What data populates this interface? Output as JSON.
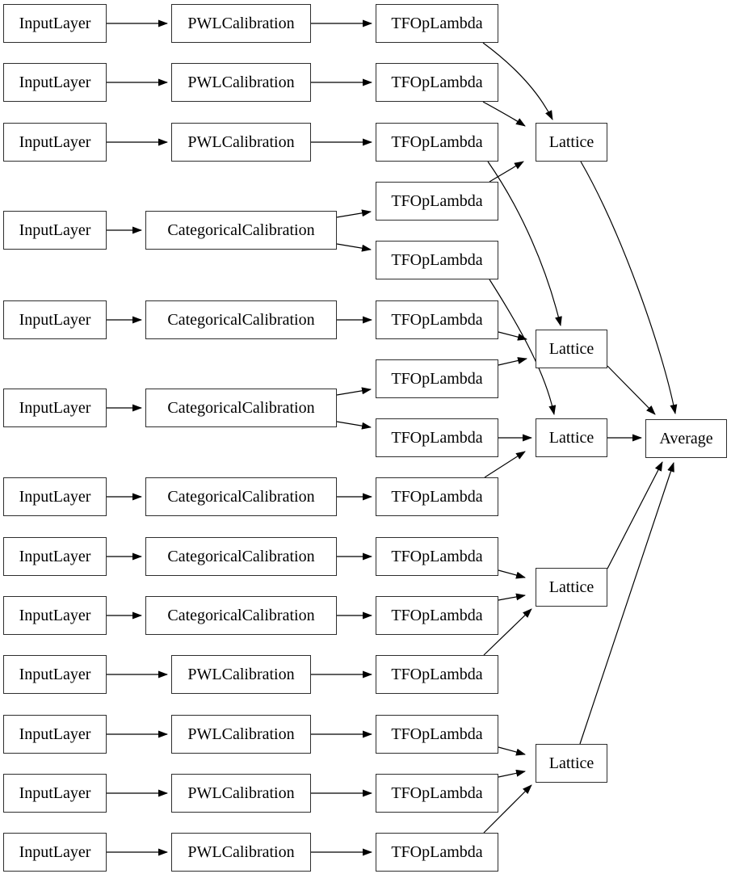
{
  "diagram": {
    "type": "keras-model-graph",
    "labels": {
      "input_layer": "InputLayer",
      "pwl_calibration": "PWLCalibration",
      "categorical_calibration": "CategoricalCalibration",
      "tf_op_lambda": "TFOpLambda",
      "lattice": "Lattice",
      "average": "Average"
    },
    "colors": {
      "background": "#ffffff",
      "node_fill": "#ffffff",
      "node_border": "#2e2e2e",
      "edge": "#000000",
      "text": "#000000"
    },
    "rows": [
      {
        "row": 1,
        "calibration": "PWLCalibration",
        "tfop_count": 1,
        "feeds_lattices": [
          1
        ]
      },
      {
        "row": 2,
        "calibration": "PWLCalibration",
        "tfop_count": 1,
        "feeds_lattices": [
          1
        ]
      },
      {
        "row": 3,
        "calibration": "PWLCalibration",
        "tfop_count": 1,
        "feeds_lattices": [
          2
        ]
      },
      {
        "row": 4,
        "calibration": "CategoricalCalibration",
        "tfop_count": 2,
        "feeds_lattices": [
          1,
          3
        ]
      },
      {
        "row": 5,
        "calibration": "CategoricalCalibration",
        "tfop_count": 1,
        "feeds_lattices": [
          2
        ]
      },
      {
        "row": 6,
        "calibration": "CategoricalCalibration",
        "tfop_count": 2,
        "feeds_lattices": [
          2,
          3
        ]
      },
      {
        "row": 7,
        "calibration": "CategoricalCalibration",
        "tfop_count": 1,
        "feeds_lattices": [
          3
        ]
      },
      {
        "row": 8,
        "calibration": "CategoricalCalibration",
        "tfop_count": 1,
        "feeds_lattices": [
          4
        ]
      },
      {
        "row": 9,
        "calibration": "CategoricalCalibration",
        "tfop_count": 1,
        "feeds_lattices": [
          4
        ]
      },
      {
        "row": 10,
        "calibration": "PWLCalibration",
        "tfop_count": 1,
        "feeds_lattices": [
          4
        ]
      },
      {
        "row": 11,
        "calibration": "PWLCalibration",
        "tfop_count": 1,
        "feeds_lattices": [
          5
        ]
      },
      {
        "row": 12,
        "calibration": "PWLCalibration",
        "tfop_count": 1,
        "feeds_lattices": [
          5
        ]
      },
      {
        "row": 13,
        "calibration": "PWLCalibration",
        "tfop_count": 1,
        "feeds_lattices": [
          5
        ]
      }
    ],
    "lattice_count": 5,
    "lattice_inputs": {
      "lattice1": [
        "tfop1",
        "tfop2",
        "tfop4a"
      ],
      "lattice2": [
        "tfop3",
        "tfop5",
        "tfop6a"
      ],
      "lattice3": [
        "tfop4b",
        "tfop6b",
        "tfop7"
      ],
      "lattice4": [
        "tfop8",
        "tfop9",
        "tfop10"
      ],
      "lattice5": [
        "tfop11",
        "tfop12",
        "tfop13"
      ]
    },
    "output_edges": [
      "lattice1->average",
      "lattice2->average",
      "lattice3->average",
      "lattice4->average",
      "lattice5->average"
    ]
  }
}
